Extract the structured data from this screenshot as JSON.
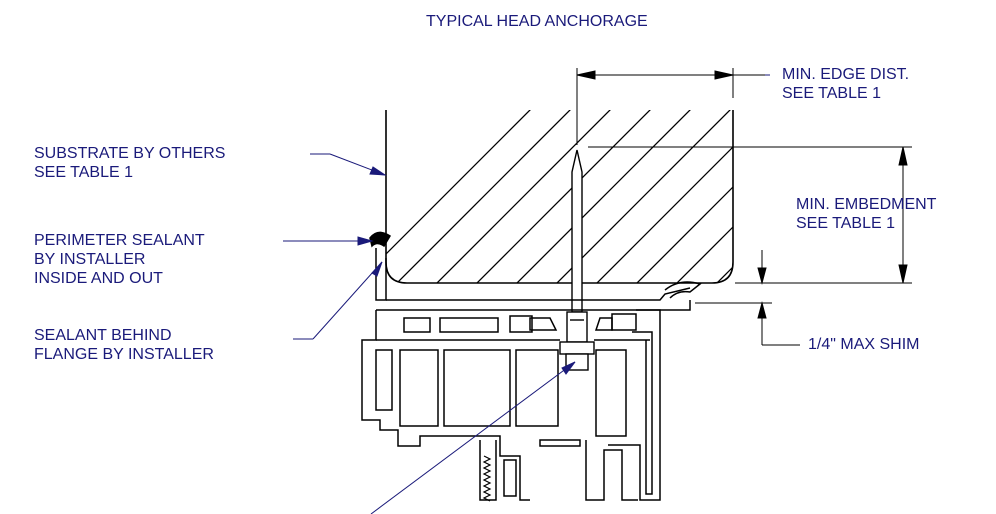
{
  "title": "TYPICAL HEAD ANCHORAGE",
  "labels": {
    "edge_distance": [
      "MIN. EDGE DIST.",
      "SEE TABLE 1"
    ],
    "substrate": [
      "SUBSTRATE BY OTHERS",
      "SEE TABLE 1"
    ],
    "embedment": [
      "MIN. EMBEDMENT",
      "SEE TABLE 1"
    ],
    "perimeter_sealant": [
      "PERIMETER SEALANT",
      "BY INSTALLER",
      "INSIDE AND OUT"
    ],
    "flange_sealant": [
      "SEALANT BEHIND",
      "FLANGE BY INSTALLER"
    ],
    "shim": [
      "1/4\"  MAX SHIM"
    ]
  },
  "colors": {
    "text": "#1a1a7a",
    "line": "#000000",
    "leader": "#1a1a7a"
  }
}
